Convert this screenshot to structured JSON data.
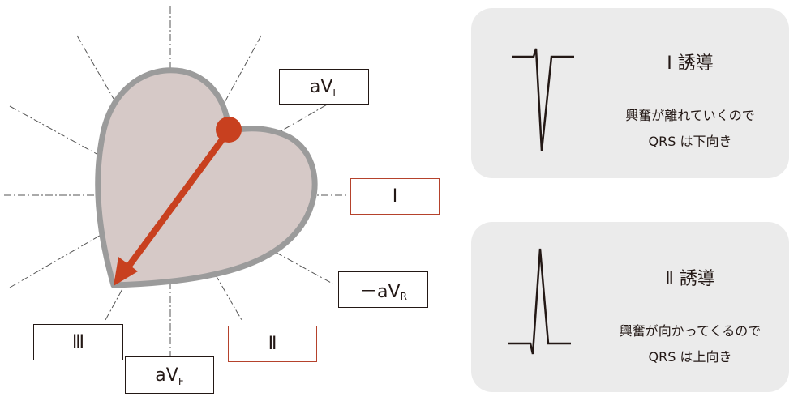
{
  "leads": {
    "avl": {
      "main": "aV",
      "sub": "L"
    },
    "lead1": "Ⅰ",
    "neg_avr": {
      "main": "－aV",
      "sub": "R"
    },
    "lead2": "Ⅱ",
    "avf": {
      "main": "aV",
      "sub": "F"
    },
    "lead3": "Ⅲ"
  },
  "cards": [
    {
      "title": "Ⅰ 誘導",
      "line1": "興奮が離れていくので",
      "line2": "QRS は下向き",
      "wave": "negative-qrs"
    },
    {
      "title": "Ⅱ 誘導",
      "line1": "興奮が向かってくるので",
      "line2": "QRS は上向き",
      "wave": "positive-qrs"
    }
  ],
  "colors": {
    "arrow": "#c8401f",
    "heart_fill": "#d6c9c7",
    "heart_stroke": "#9b9b9b",
    "card_bg": "#ebebeb",
    "red_border": "#b5422c"
  }
}
